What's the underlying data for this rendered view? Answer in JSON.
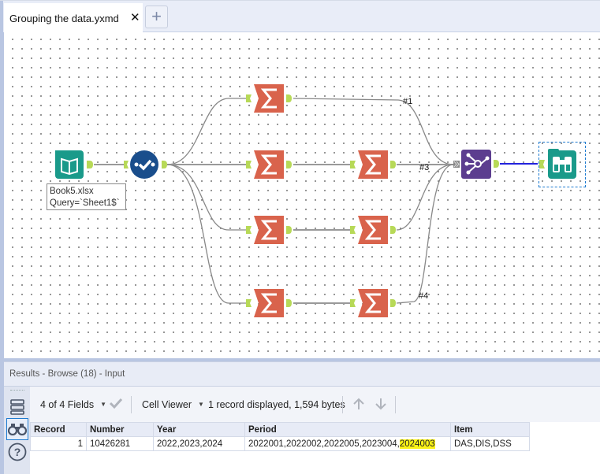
{
  "tabs": {
    "active_title": "Grouping the data.yxmd",
    "close_glyph": "✕",
    "new_tab_glyph": "+"
  },
  "canvas": {
    "tools": [
      {
        "id": "input",
        "type": "Input Data",
        "icon": "book-icon",
        "color": "#1a9a8a"
      },
      {
        "id": "select",
        "type": "Select",
        "icon": "check-icon",
        "color": "#1a4e8c"
      },
      {
        "id": "summarize-1a",
        "type": "Summarize",
        "icon": "sigma-icon",
        "color": "#d9634c"
      },
      {
        "id": "summarize-2a",
        "type": "Summarize",
        "icon": "sigma-icon",
        "color": "#d9634c"
      },
      {
        "id": "summarize-2b",
        "type": "Summarize",
        "icon": "sigma-icon",
        "color": "#d9634c"
      },
      {
        "id": "summarize-3a",
        "type": "Summarize",
        "icon": "sigma-icon",
        "color": "#d9634c"
      },
      {
        "id": "summarize-3b",
        "type": "Summarize",
        "icon": "sigma-icon",
        "color": "#d9634c"
      },
      {
        "id": "summarize-4a",
        "type": "Summarize",
        "icon": "sigma-icon",
        "color": "#d9634c"
      },
      {
        "id": "summarize-4b",
        "type": "Summarize",
        "icon": "sigma-icon",
        "color": "#d9634c"
      },
      {
        "id": "join-multiple",
        "type": "Join Multiple",
        "icon": "join-multiple-icon",
        "color": "#5c3d8f"
      },
      {
        "id": "browse",
        "type": "Browse",
        "icon": "binoculars-icon",
        "color": "#1a9a8a"
      }
    ],
    "annotation": {
      "line1": "Book5.xlsx",
      "line2": "Query=`Sheet1$`"
    },
    "wire_labels": {
      "w1": "#1",
      "w3": "#3",
      "w4": "#4"
    }
  },
  "results": {
    "title": "Results - Browse (18) - Input",
    "fields_label": "4 of 4 Fields",
    "viewer_label": "Cell Viewer",
    "status": "1 record displayed, 1,594 bytes",
    "columns": [
      "Record",
      "Number",
      "Year",
      "Period",
      "Item"
    ],
    "rows": [
      {
        "Record": "1",
        "Number": "10426281",
        "Year": "2022,2023,2024",
        "Period_prefix": "2022001,2022002,2022005,2023004,",
        "Period_highlight": "2024003",
        "Item": "DAS,DIS,DSS"
      }
    ],
    "highlight_color": "#fbf317"
  }
}
